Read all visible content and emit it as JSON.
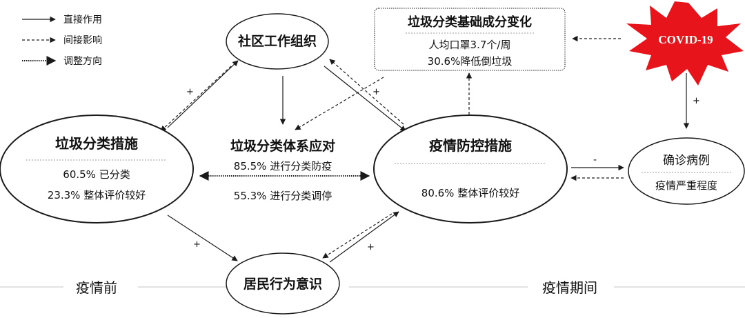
{
  "legend": {
    "direct": "直接作用",
    "indirect": "间接影响",
    "adjust": "调整方向"
  },
  "nodes": {
    "community": {
      "title": "社区工作组织"
    },
    "base_change": {
      "title": "垃圾分类基础成分变化",
      "line1": "人均口罩3.7个/周",
      "line2": "30.6%降低倒垃圾"
    },
    "covid": {
      "title": "COVID-19"
    },
    "sorting_measures": {
      "title": "垃圾分类措施",
      "line1": "60.5% 已分类",
      "line2": "23.3% 整体评价较好"
    },
    "system_response": {
      "title": "垃圾分类体系应对",
      "line1": "85.5% 进行分类防疫",
      "line2": "55.3% 进行分类调停"
    },
    "epidemic_control": {
      "title": "疫情防控措施",
      "line1": "80.6% 整体评价较好"
    },
    "confirmed": {
      "title": "确诊病例",
      "line1": "疫情严重程度"
    },
    "resident": {
      "title": "居民行为意识"
    }
  },
  "signs": {
    "community_sorting": "+",
    "community_base": "+",
    "covid_confirmed": "+",
    "control_confirmed": "-",
    "sorting_resident": "+",
    "resident_control": "+"
  },
  "timeline": {
    "before": "疫情前",
    "during": "疫情期间"
  },
  "colors": {
    "covid_red": "#e8141b",
    "stroke": "#1a1a1a",
    "divider": "#9a9a9a",
    "timeline_line": "#d9d9d9"
  }
}
